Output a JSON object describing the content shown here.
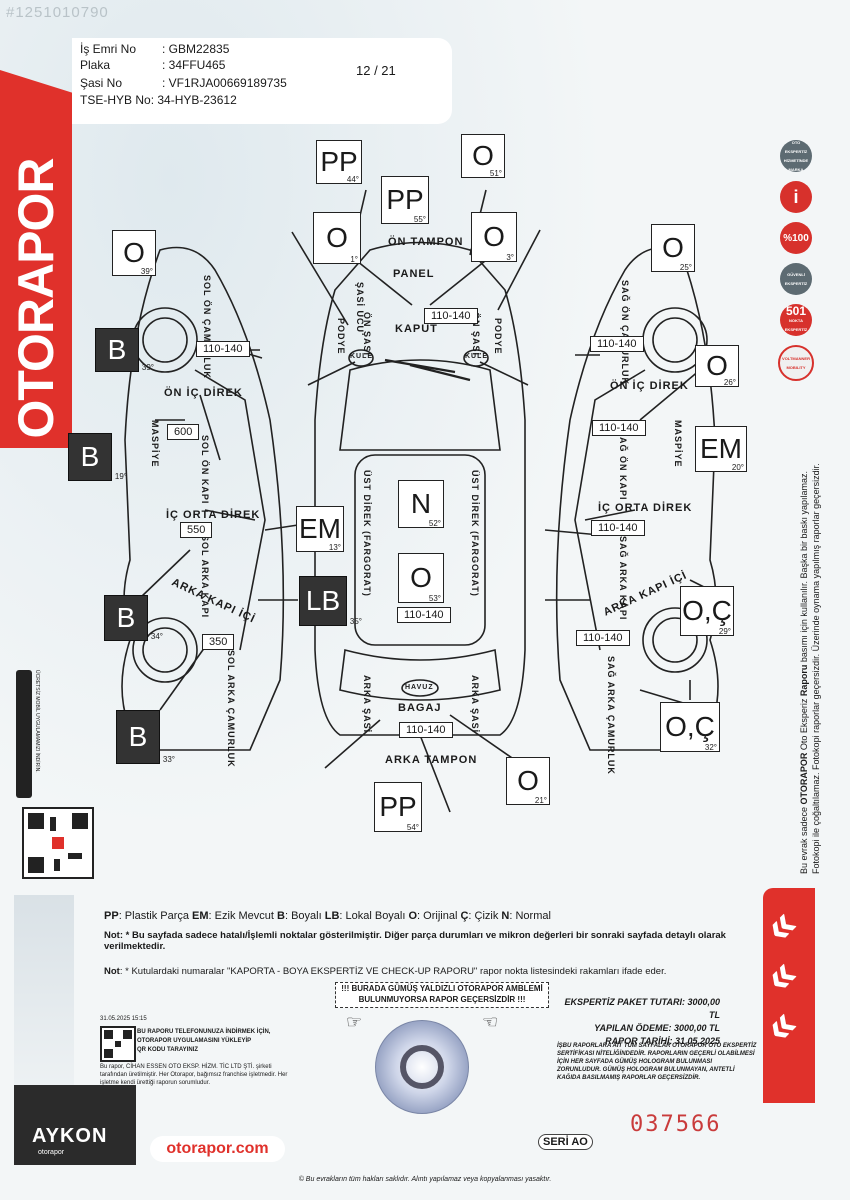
{
  "watermark": "#1251010790",
  "header": {
    "rows": [
      {
        "k": "İş Emri No",
        "v": ": GBM22835"
      },
      {
        "k": "Plaka",
        "v": ": 34FFU465"
      },
      {
        "k": "Şasi No",
        "v": ": VF1RJA00669189735"
      },
      {
        "k": "TSE-HYB No",
        "v": ": 34-HYB-23612"
      }
    ],
    "page": "12 / 21"
  },
  "brand": "OTORAPOR",
  "parts": {
    "on_tampon": "ÖN TAMPON",
    "panel": "PANEL",
    "kaput": "KAPUT",
    "sasi_ucu": "ŞASİ UCU",
    "on_sasi_l": "ÖN ŞASİ",
    "on_sasi_r": "ÖN ŞASİ",
    "podye_l": "PODYE",
    "podye_r": "PODYE",
    "kule_l": "KULE",
    "kule_r": "KULE",
    "ust_direk_l": "ÜST DİREK (FARGORAT)",
    "ust_direk_r": "ÜST DİREK (FARGORAT)",
    "arka_sasi_l": "ARKA ŞASİ",
    "arka_sasi_r": "ARKA ŞASİ",
    "havuz": "HAVUZ",
    "bagaj": "BAGAJ",
    "arka_tampon": "ARKA TAMPON",
    "sol_on_camurluk": "SOL ÖN ÇAMURLUK",
    "on_ic_direk_l": "ÖN İÇ DİREK",
    "maspiye_l": "MASPİYE",
    "sol_on_kapi": "SOL ÖN KAPI",
    "ic_orta_direk_l": "İÇ ORTA DİREK",
    "sol_arka_kapi": "SOL ARKA KAPI",
    "arka_kapi_ici_l": "ARKA KAPI İÇİ",
    "sol_arka_camurluk": "SOL ARKA ÇAMURLUK",
    "sag_on_camurluk": "SAĞ ÖN ÇAMURLUK",
    "on_ic_direk_r": "ÖN İÇ DİREK",
    "sag_on_kapi": "SAĞ ÖN KAPI",
    "maspiye_r": "MASPİYE",
    "ic_orta_direk_r": "İÇ ORTA DİREK",
    "sag_arka_kapi": "SAĞ ARKA KAPI",
    "arka_kapi_ici_r": "ARKA KAPI İÇİ",
    "sag_arka_camurluk": "SAĞ ARKA ÇAMURLUK"
  },
  "boxes": [
    {
      "id": "pp44",
      "v": "PP",
      "deg": "44°",
      "dark": false
    },
    {
      "id": "o51",
      "v": "O",
      "deg": "51°",
      "dark": false
    },
    {
      "id": "pp55",
      "v": "PP",
      "deg": "55°",
      "dark": false
    },
    {
      "id": "o1",
      "v": "O",
      "deg": "1°",
      "dark": false
    },
    {
      "id": "o3",
      "v": "O",
      "deg": "3°",
      "dark": false
    },
    {
      "id": "o39",
      "v": "O",
      "deg": "39°",
      "dark": false
    },
    {
      "id": "o25",
      "v": "O",
      "deg": "25°",
      "dark": false
    },
    {
      "id": "b39",
      "v": "B",
      "deg": "39°",
      "dark": true
    },
    {
      "id": "o26",
      "v": "O",
      "deg": "26°",
      "dark": false
    },
    {
      "id": "b19",
      "v": "B",
      "deg": "19°",
      "dark": true
    },
    {
      "id": "em20",
      "v": "EM",
      "deg": "20°",
      "dark": false
    },
    {
      "id": "n52",
      "v": "N",
      "deg": "52°",
      "dark": false
    },
    {
      "id": "em13",
      "v": "EM",
      "deg": "13°",
      "dark": false
    },
    {
      "id": "o53",
      "v": "O",
      "deg": "53°",
      "dark": false
    },
    {
      "id": "b34",
      "v": "B",
      "deg": "34°",
      "dark": true
    },
    {
      "id": "lb35",
      "v": "LB",
      "deg": "35°",
      "dark": true
    },
    {
      "id": "oc29",
      "v": "O,Ç",
      "deg": "29°",
      "dark": false
    },
    {
      "id": "b33",
      "v": "B",
      "deg": "33°",
      "dark": true
    },
    {
      "id": "oc32",
      "v": "O,Ç",
      "deg": "32°",
      "dark": false
    },
    {
      "id": "o21",
      "v": "O",
      "deg": "21°",
      "dark": false
    },
    {
      "id": "pp54",
      "v": "PP",
      "deg": "54°",
      "dark": false
    }
  ],
  "codes": [
    {
      "id": "c_kaput",
      "v": "110-140"
    },
    {
      "id": "c_lfront",
      "v": "110-140"
    },
    {
      "id": "c_lfdoor",
      "v": "600"
    },
    {
      "id": "c_lrdoor",
      "v": "550"
    },
    {
      "id": "c_lrear",
      "v": "350"
    },
    {
      "id": "c_rfront",
      "v": "110-140"
    },
    {
      "id": "c_rfdoor",
      "v": "110-140"
    },
    {
      "id": "c_rrdoor",
      "v": "110-140"
    },
    {
      "id": "c_rrear",
      "v": "110-140"
    },
    {
      "id": "c_roof",
      "v": "110-140"
    },
    {
      "id": "c_trunk",
      "v": "110-140"
    }
  ],
  "icons": [
    {
      "label": "",
      "sub": "OTO EKSPERTİZ HİZMETİNDE MARKA",
      "color": "#5d6b72"
    },
    {
      "label": "i",
      "sub": "",
      "color": "#d7312c"
    },
    {
      "label": "%100",
      "sub": "",
      "color": "#d7312c"
    },
    {
      "label": "",
      "sub": "GÜVENLİ EKSPERTİZ",
      "color": "#5d6b72"
    },
    {
      "label": "501",
      "sub": "NOKTA EKSPERTİZ",
      "color": "#d7312c"
    },
    {
      "label": "",
      "sub": "VOLTMANNER MOBILITY",
      "color": "#f0f0f0"
    }
  ],
  "side_note": {
    "line1a": "Bu evrak sadece ",
    "line1b": "OTORAPOR",
    "line1c": " Oto Eksperiz ",
    "line1d": "Raporu",
    "line1e": " basımı için kullanılır. Başka bir baskı yapılamaz.",
    "line2": "Fotokopi ile çoğaltılamaz. Fotokopi raporlar geçersizdir. Üzerinde oynama yapılmış raporlar geçersizdir."
  },
  "legend": {
    "pp_k": "PP",
    "pp_v": ": Plastik Parça ",
    "em_k": "EM",
    "em_v": ": Ezik Mevcut ",
    "b_k": "B",
    "b_v": ": Boyalı ",
    "lb_k": "LB",
    "lb_v": ": Lokal Boyalı ",
    "o_k": "O",
    "o_v": ": Orijinal ",
    "c_k": "Ç",
    "c_v": ": Çizik ",
    "n_k": "N",
    "n_v": ": Normal"
  },
  "notes": {
    "n1_k": "Not",
    "n1": ": * Bu sayfada sadece hatalı/İşlemli noktalar gösterilmiştir. Diğer parça durumları ve mikron değerleri bir sonraki sayfada detaylı olarak verilmektedir.",
    "n2_k": "Not",
    "n2": ": * Kutulardaki numaralar \"KAPORTA - BOYA EKSPERTİZ VE CHECK-UP RAPORU\" rapor nokta listesindeki rakamları ifade eder."
  },
  "warn": {
    "l1": "!!! BURADA GÜMÜŞ YALDIZLI OTORAPOR AMBLEMİ",
    "l2": "BULUNMUYORSA RAPOR GEÇERSİZDİR !!!"
  },
  "footer": {
    "date": "31.05.2025 15:15",
    "qr_text": [
      "BU RAPORU TELEFONUNUZA İNDİRMEK İÇİN,",
      "OTORAPOR UYGULAMASINI YÜKLEYİP",
      "QR KODU TARAYINIZ"
    ],
    "dealer": "Bu rapor, CİHAN ESSEN OTO EKSP. HİZM. TİC LTD ŞTİ. şirketi tarafından üretilmiştir. Her Otorapor, bağımsız franchise işletmedir. Her işletme kendi ürettiği raporun sorumludur.",
    "totals": [
      {
        "k": "EKSPERTİZ PAKET TUTARI",
        "v": ": 3000,00 TL"
      },
      {
        "k": "YAPILAN ÖDEME",
        "v": ": 3000,00 TL"
      },
      {
        "k": "RAPOR TARİHİ",
        "v": ": 31.05.2025"
      }
    ],
    "valid": "İŞBU RAPORLARA AİT TÜM SAYFALAR OTORAPOR OTO EKSPERTİZ SERTİFİKASI NİTELİĞİNDEDİR. RAPORLARIN GEÇERLİ OLABİLMESİ İÇİN HER SAYFADA GÜMÜŞ HOLOGRAM BULUNMASI ZORUNLUDUR. GÜMÜŞ HOLOGRAM BULUNMAYAN, ANTETLİ KAĞIDA BASILMAMIŞ RAPORLAR GEÇERSİZDİR.",
    "serial": "037566",
    "seri": "SERİ AO",
    "site": "otorapor.com",
    "aykon": "AYKON",
    "aykon_sub": "otorapor",
    "store": "ÜCRETSİZ MOBİL UYGULAMAMIZI İNDİRİN.",
    "copyright": "© Bu evrakların tüm hakları saklıdır. Alıntı yapılamaz veya kopyalanması yasaktır."
  }
}
